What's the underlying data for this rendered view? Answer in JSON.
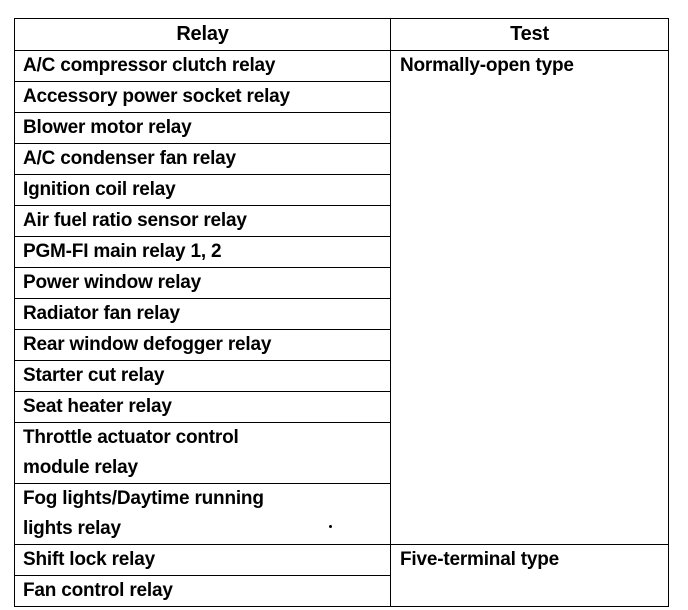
{
  "table": {
    "headers": {
      "relay": "Relay",
      "test": "Test"
    },
    "rows": [
      {
        "relay": "A/C compressor clutch relay"
      },
      {
        "relay": "Accessory power socket relay"
      },
      {
        "relay": "Blower motor relay"
      },
      {
        "relay": "A/C condenser fan relay"
      },
      {
        "relay": "Ignition coil relay"
      },
      {
        "relay": "Air fuel ratio sensor relay"
      },
      {
        "relay": "PGM-FI main relay 1, 2"
      },
      {
        "relay": "Power window relay"
      },
      {
        "relay": "Radiator fan relay"
      },
      {
        "relay": "Rear window defogger relay"
      },
      {
        "relay": "Starter cut relay"
      },
      {
        "relay": "Seat heater relay"
      },
      {
        "relay": "Throttle actuator control\nmodule relay"
      },
      {
        "relay": "Fog lights/Daytime running\nlights relay"
      },
      {
        "relay": "Shift lock relay"
      },
      {
        "relay": "Fan control relay"
      }
    ],
    "test_groups": {
      "normally_open": "Normally-open type",
      "five_terminal": "Five-terminal type"
    }
  }
}
